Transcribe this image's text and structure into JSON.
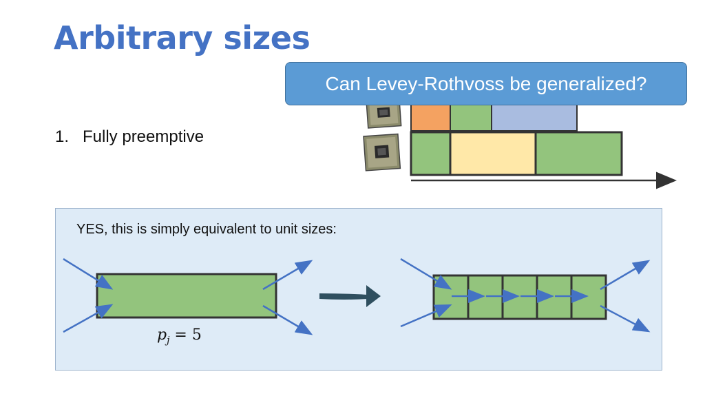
{
  "slide": {
    "title": "Arbitrary sizes",
    "callout": "Can Levey-Rothvoss be generalized?",
    "list": [
      {
        "number": "1.",
        "text": "Fully preemptive"
      }
    ],
    "panel": {
      "text": "YES, this is simply equivalent to unit sizes:",
      "job_label": {
        "var": "p",
        "sub": "j",
        "rest": " = 5"
      }
    }
  },
  "colors": {
    "title": "#4472C4",
    "callout_fill": "#5B9BD5",
    "panel_fill": "#DEEBF7",
    "green": "#93C47D",
    "orange": "#F4A261",
    "lavender": "#A9BCE0",
    "cream": "#FFE8A8",
    "arrow_blue": "#4472C4",
    "big_arrow": "#2F4F5F"
  }
}
